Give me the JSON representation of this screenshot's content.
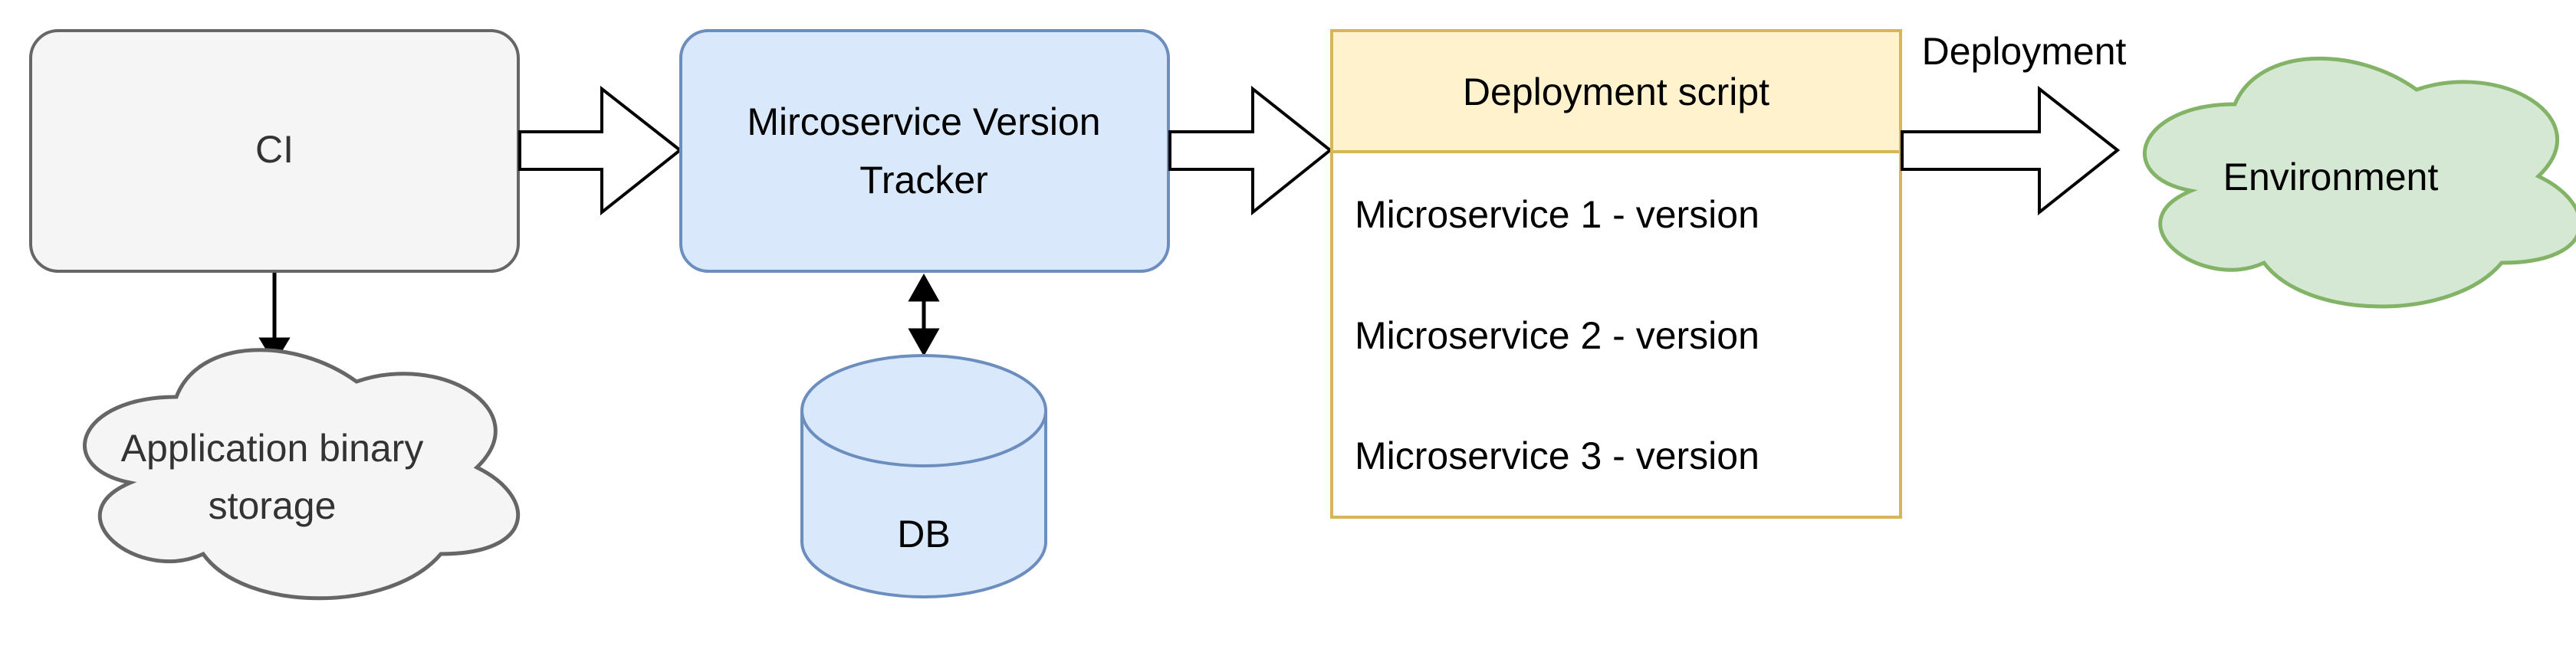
{
  "nodes": {
    "ci": {
      "label": "CI"
    },
    "tracker": {
      "label_line1": "Mircoservice Version",
      "label_line2": "Tracker"
    },
    "deployment_script": {
      "header": "Deployment script",
      "rows": [
        "Microservice 1 - version",
        "Microservice 2 - version",
        "Microservice 3 - version"
      ]
    },
    "environment": {
      "label": "Environment"
    },
    "storage": {
      "label_line1": "Application binary",
      "label_line2": "storage"
    },
    "db": {
      "label": "DB"
    }
  },
  "edges": {
    "deployment_label": "Deployment"
  },
  "colors": {
    "ci_fill": "#f5f5f5",
    "ci_stroke": "#666666",
    "tracker_fill": "#dae8fc",
    "tracker_stroke": "#6c8ebf",
    "script_header_fill": "#fff2cc",
    "script_stroke": "#d6b656",
    "env_fill": "#d5e8d4",
    "env_stroke": "#82b366"
  }
}
